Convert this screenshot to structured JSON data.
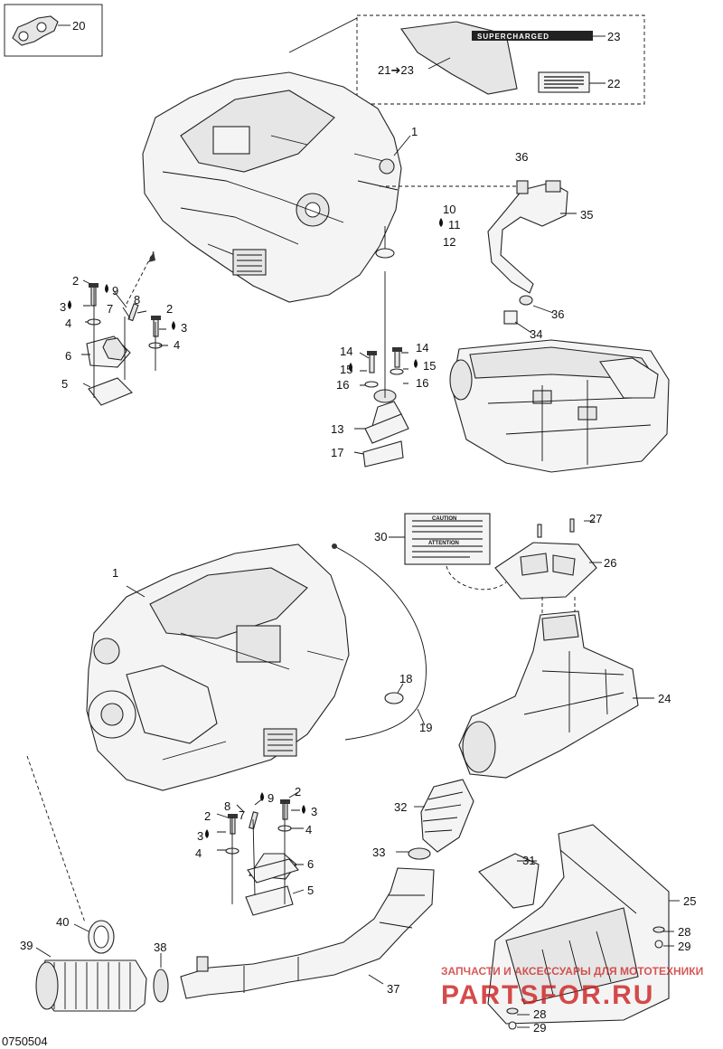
{
  "diagram_code": "0750504",
  "callouts": [
    {
      "id": "c1a",
      "text": "1"
    },
    {
      "id": "c1b",
      "text": "1"
    },
    {
      "id": "c2a",
      "text": "2"
    },
    {
      "id": "c2b",
      "text": "2"
    },
    {
      "id": "c2c",
      "text": "2"
    },
    {
      "id": "c2d",
      "text": "2"
    },
    {
      "id": "c3a",
      "text": "3"
    },
    {
      "id": "c3b",
      "text": "3"
    },
    {
      "id": "c3c",
      "text": "3"
    },
    {
      "id": "c3d",
      "text": "3"
    },
    {
      "id": "c4a",
      "text": "4"
    },
    {
      "id": "c4b",
      "text": "4"
    },
    {
      "id": "c4c",
      "text": "4"
    },
    {
      "id": "c4d",
      "text": "4"
    },
    {
      "id": "c5a",
      "text": "5"
    },
    {
      "id": "c5b",
      "text": "5"
    },
    {
      "id": "c6a",
      "text": "6"
    },
    {
      "id": "c6b",
      "text": "6"
    },
    {
      "id": "c7a",
      "text": "7"
    },
    {
      "id": "c7b",
      "text": "7"
    },
    {
      "id": "c8a",
      "text": "8"
    },
    {
      "id": "c8b",
      "text": "8"
    },
    {
      "id": "c9a",
      "text": "9"
    },
    {
      "id": "c9b",
      "text": "9"
    },
    {
      "id": "c10",
      "text": "10"
    },
    {
      "id": "c11",
      "text": "11"
    },
    {
      "id": "c12",
      "text": "12"
    },
    {
      "id": "c13",
      "text": "13"
    },
    {
      "id": "c14a",
      "text": "14"
    },
    {
      "id": "c14b",
      "text": "14"
    },
    {
      "id": "c15a",
      "text": "15"
    },
    {
      "id": "c15b",
      "text": "15"
    },
    {
      "id": "c16a",
      "text": "16"
    },
    {
      "id": "c16b",
      "text": "16"
    },
    {
      "id": "c17",
      "text": "17"
    },
    {
      "id": "c18",
      "text": "18"
    },
    {
      "id": "c19",
      "text": "19"
    },
    {
      "id": "c20",
      "text": "20"
    },
    {
      "id": "c21",
      "text": "21➔23"
    },
    {
      "id": "c22",
      "text": "22"
    },
    {
      "id": "c23",
      "text": "23"
    },
    {
      "id": "c24",
      "text": "24"
    },
    {
      "id": "c25",
      "text": "25"
    },
    {
      "id": "c26",
      "text": "26"
    },
    {
      "id": "c27",
      "text": "27"
    },
    {
      "id": "c28a",
      "text": "28"
    },
    {
      "id": "c28b",
      "text": "28"
    },
    {
      "id": "c29a",
      "text": "29"
    },
    {
      "id": "c29b",
      "text": "29"
    },
    {
      "id": "c30",
      "text": "30"
    },
    {
      "id": "c31",
      "text": "31"
    },
    {
      "id": "c32",
      "text": "32"
    },
    {
      "id": "c33",
      "text": "33"
    },
    {
      "id": "c34",
      "text": "34"
    },
    {
      "id": "c35",
      "text": "35"
    },
    {
      "id": "c36a",
      "text": "36"
    },
    {
      "id": "c36b",
      "text": "36"
    },
    {
      "id": "c37",
      "text": "37"
    },
    {
      "id": "c38",
      "text": "38"
    },
    {
      "id": "c39",
      "text": "39"
    },
    {
      "id": "c40",
      "text": "40"
    }
  ],
  "decals": {
    "supercharged": "SUPERCHARGED",
    "caution_heading": "CAUTION",
    "attention_heading": "ATTENTION"
  },
  "watermark": {
    "top_text": "ЗАПЧАСТИ И АКСЕССУАРЫ ДЛЯ МОТОТЕХНИКИ",
    "brand_text": "PARTSFOR.RU",
    "color": "#cc1f1f"
  }
}
